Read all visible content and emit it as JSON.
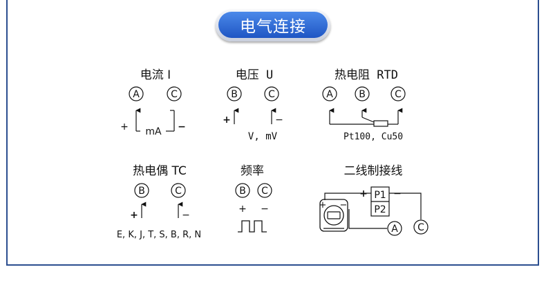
{
  "header": {
    "title": "电气连接"
  },
  "sections": {
    "current": {
      "title": "电流 I",
      "terminals": [
        "A",
        "C"
      ],
      "plus": "+",
      "minus": "−",
      "unit": "mA"
    },
    "voltage": {
      "title": "电压 U",
      "terminals": [
        "B",
        "C"
      ],
      "plus": "+",
      "minus": "−",
      "unit": "V, mV"
    },
    "rtd": {
      "title": "热电阻 RTD",
      "terminals": [
        "A",
        "B",
        "C"
      ],
      "types": "Pt100, Cu50"
    },
    "thermocouple": {
      "title": "热电偶 TC",
      "terminals": [
        "B",
        "C"
      ],
      "plus": "+",
      "minus": "−",
      "types": "E, K, J, T, S, B, R, N"
    },
    "frequency": {
      "title": "频率",
      "terminals": [
        "B",
        "C"
      ],
      "plus": "+",
      "minus": "−"
    },
    "two_wire": {
      "title": "二线制接线",
      "plus": "+",
      "minus": "−",
      "p1": "P1",
      "p2": "P2",
      "device_plus": "+",
      "device_minus": "−",
      "terminals": [
        "A",
        "C"
      ]
    }
  }
}
